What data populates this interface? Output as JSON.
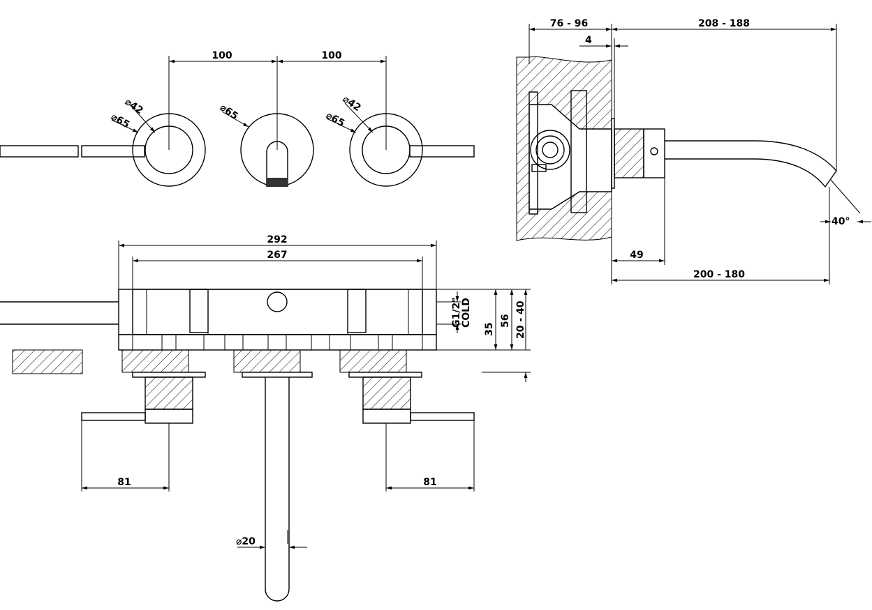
{
  "drawing": {
    "front_view": {
      "spacing_left": "100",
      "spacing_right": "100",
      "handle_left_inner_dia": "⌀42",
      "handle_left_outer_dia": "⌀65",
      "spout_rosette_dia": "⌀65",
      "handle_right_inner_dia": "⌀42",
      "handle_right_outer_dia": "⌀65"
    },
    "plan_view": {
      "overall_width": "292",
      "body_width": "267",
      "inlet_thread": "G1/2\"",
      "inlet_label": "COLD",
      "depth_35": "35",
      "depth_56": "56",
      "depth_range": "20 - 40",
      "lever_left_length": "81",
      "lever_right_length": "81",
      "spout_dia": "⌀20"
    },
    "side_view": {
      "wall_depth": "76 - 96",
      "projection_upper": "208 - 188",
      "plate_thickness": "4",
      "sleeve_length": "49",
      "spout_reach": "200 - 180",
      "spout_angle": "40°"
    }
  }
}
